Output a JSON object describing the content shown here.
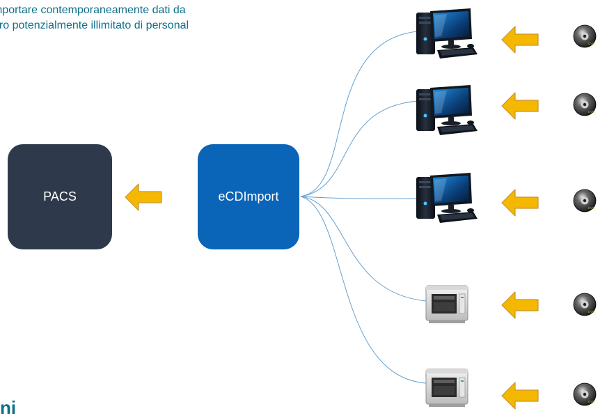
{
  "intro": {
    "line1": "mportare contemporaneamente dati da",
    "line2": "ero potenzialmente illimitato di personal"
  },
  "corner_text": "ni",
  "nodes": {
    "pacs": "PACS",
    "ecdimport": "eCDImport"
  },
  "colors": {
    "pacs_box": "#2e3a4c",
    "ecdimport_box": "#0a64b7",
    "arrow": "#f5b800",
    "connector": "#4a90c8",
    "text": "#0d6f8a"
  },
  "sources": [
    {
      "device": "computer-icon",
      "media": "disc-icon"
    },
    {
      "device": "computer-icon",
      "media": "disc-icon"
    },
    {
      "device": "computer-icon",
      "media": "disc-icon"
    },
    {
      "device": "disc-publisher-icon",
      "media": "disc-icon"
    },
    {
      "device": "disc-publisher-icon",
      "media": "disc-icon"
    }
  ]
}
